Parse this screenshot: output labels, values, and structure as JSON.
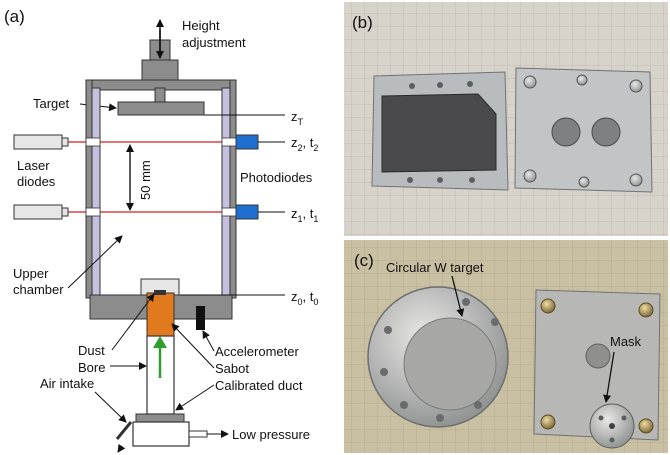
{
  "panels": {
    "a": "(a)",
    "b": "(b)",
    "c": "(c)"
  },
  "schematic": {
    "height_adjustment_1": "Height",
    "height_adjustment_2": "adjustment",
    "target": "Target",
    "laser_diodes_1": "Laser",
    "laser_diodes_2": "diodes",
    "photodiodes": "Photodiodes",
    "distance": "50 mm",
    "upper_chamber_1": "Upper",
    "upper_chamber_2": "chamber",
    "dust": "Dust",
    "bore": "Bore",
    "air_intake": "Air intake",
    "accelerometer": "Accelerometer",
    "sabot": "Sabot",
    "calibrated_duct": "Calibrated duct",
    "low_pressure": "Low pressure",
    "z_T_main": "z",
    "z_T_sub": "T",
    "z2_main": "z",
    "z2_sub": "2",
    "t2_main": ", t",
    "t2_sub": "2",
    "z1_main": "z",
    "z1_sub": "1",
    "t1_main": ", t",
    "t1_sub": "1",
    "z0_main": "z",
    "z0_sub": "0",
    "t0_main": ", t",
    "t0_sub": "0"
  },
  "photo_c": {
    "target_label": "Circular W target",
    "mask_label": "Mask"
  },
  "colors": {
    "chamber_wall": "#c6c0df",
    "frame": "#8c8c8c",
    "sabot": "#e07a1c",
    "laser_beam": "#d42020",
    "photodiode": "#1f6fd0",
    "arrow_green": "#2f9e2f"
  }
}
